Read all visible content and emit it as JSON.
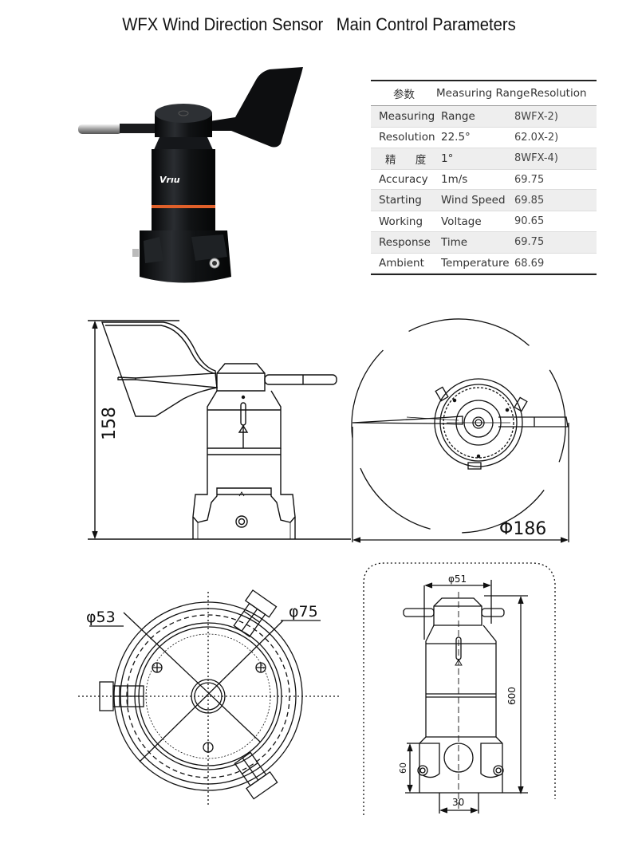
{
  "title": {
    "part1": "WFX Wind Direction Sensor",
    "part2": "Main Control Parameters"
  },
  "photo": {
    "brand_logo": "Vrıu",
    "accent_band_color": "#e0602a",
    "body_color": "#141618"
  },
  "table": {
    "headers": [
      "参数",
      "Measuring Range",
      "Resolution"
    ],
    "rows": [
      {
        "c1": "Measuring",
        "c2": "Range",
        "c3": "8WFX-2)"
      },
      {
        "c1": "Resolution",
        "c2": "22.5°",
        "c3": "62.0X-2)"
      },
      {
        "c1": "精 度",
        "c2": "1°",
        "c3": "8WFX-4)"
      },
      {
        "c1": "Accuracy",
        "c2": "1m/s",
        "c3": "69.75"
      },
      {
        "c1": "Starting",
        "c2": "Wind Speed",
        "c3": "69.85"
      },
      {
        "c1": "Working",
        "c2": "Voltage",
        "c3": "90.65"
      },
      {
        "c1": "Response",
        "c2": "Time",
        "c3": "69.75"
      },
      {
        "c1": "Ambient",
        "c2": "Temperature",
        "c3": "68.69"
      }
    ]
  },
  "drawings": {
    "side_view": {
      "height_dim": "158"
    },
    "top_view": {
      "diameter_dim": "Φ186"
    },
    "base_view": {
      "inner_dim": "φ53",
      "outer_dim": "φ75"
    },
    "front_view": {
      "top_width_dim": "φ51",
      "height_dim": "600",
      "base_height_dim": "60",
      "base_width_dim": "30"
    }
  }
}
